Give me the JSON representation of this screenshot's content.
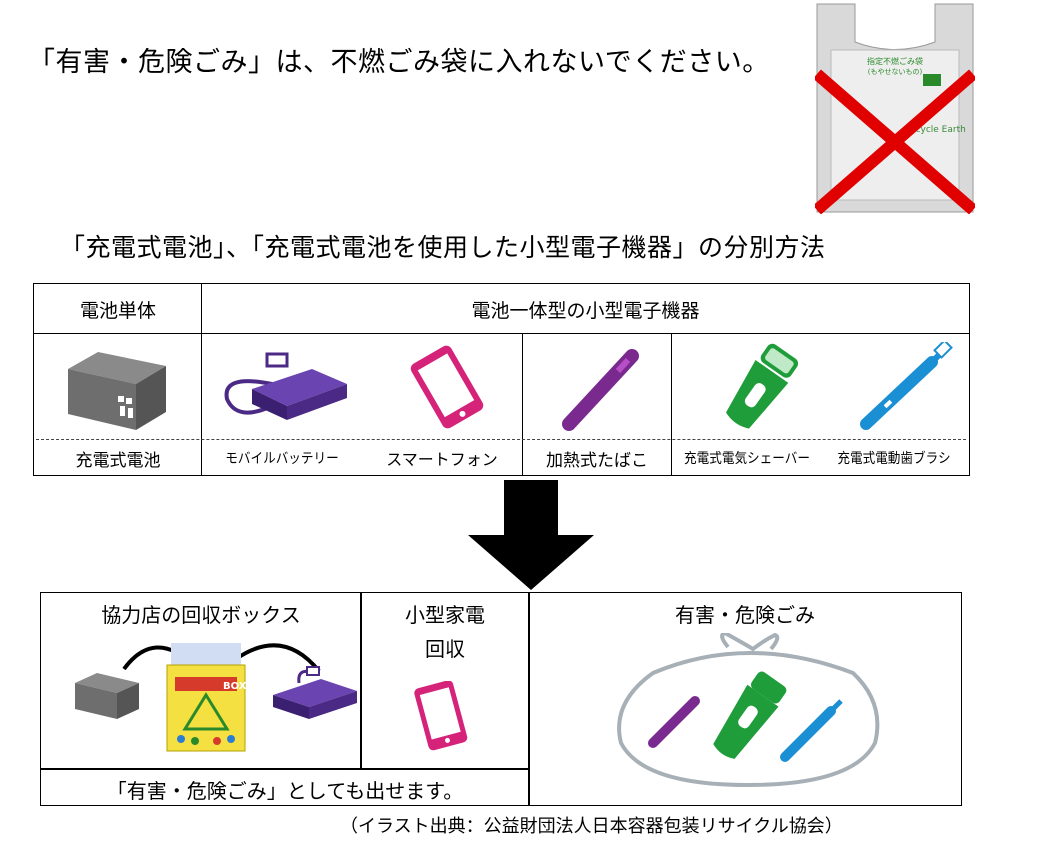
{
  "headline": "「有害・危険ごみ」は、不燃ごみ袋に入れないでください。",
  "bag": {
    "label_line1": "指定不燃ごみ袋",
    "label_line2": "(もやせないもの)",
    "recycle_text": "Recycle Earth"
  },
  "subhead": "「充電式電池」、「充電式電池を使用した小型電子機器」の分別方法",
  "table": {
    "header_left": "電池単体",
    "header_right": "電池一体型の小型電子機器",
    "items": [
      {
        "label": "充電式電池"
      },
      {
        "label": "モバイルバッテリー"
      },
      {
        "label": "スマートフォン"
      },
      {
        "label": "加熱式たばこ"
      },
      {
        "label": "充電式電気シェーバー"
      },
      {
        "label": "充電式電動歯ブラシ"
      }
    ]
  },
  "bottom": {
    "store_box_title": "協力店の回収ボックス",
    "box_label": "BOX",
    "appliance_title_line1": "小型家電",
    "appliance_title_line2": "回収",
    "hazard_title": "有害・危険ごみ",
    "also_note": "「有害・危険ごみ」としても出せます。"
  },
  "credit": "（イラスト出典：公益財団法人日本容器包装リサイクル協会）",
  "colors": {
    "battery_gray": "#6e6e6e",
    "mobile_battery_purple": "#4b2a86",
    "smartphone_pink": "#d6237a",
    "tobacco_purple": "#7a2a8e",
    "shaver_green": "#1f9d3a",
    "toothbrush_blue": "#1a8fd4",
    "cross_red": "#e00000",
    "arrow_black": "#000000"
  }
}
